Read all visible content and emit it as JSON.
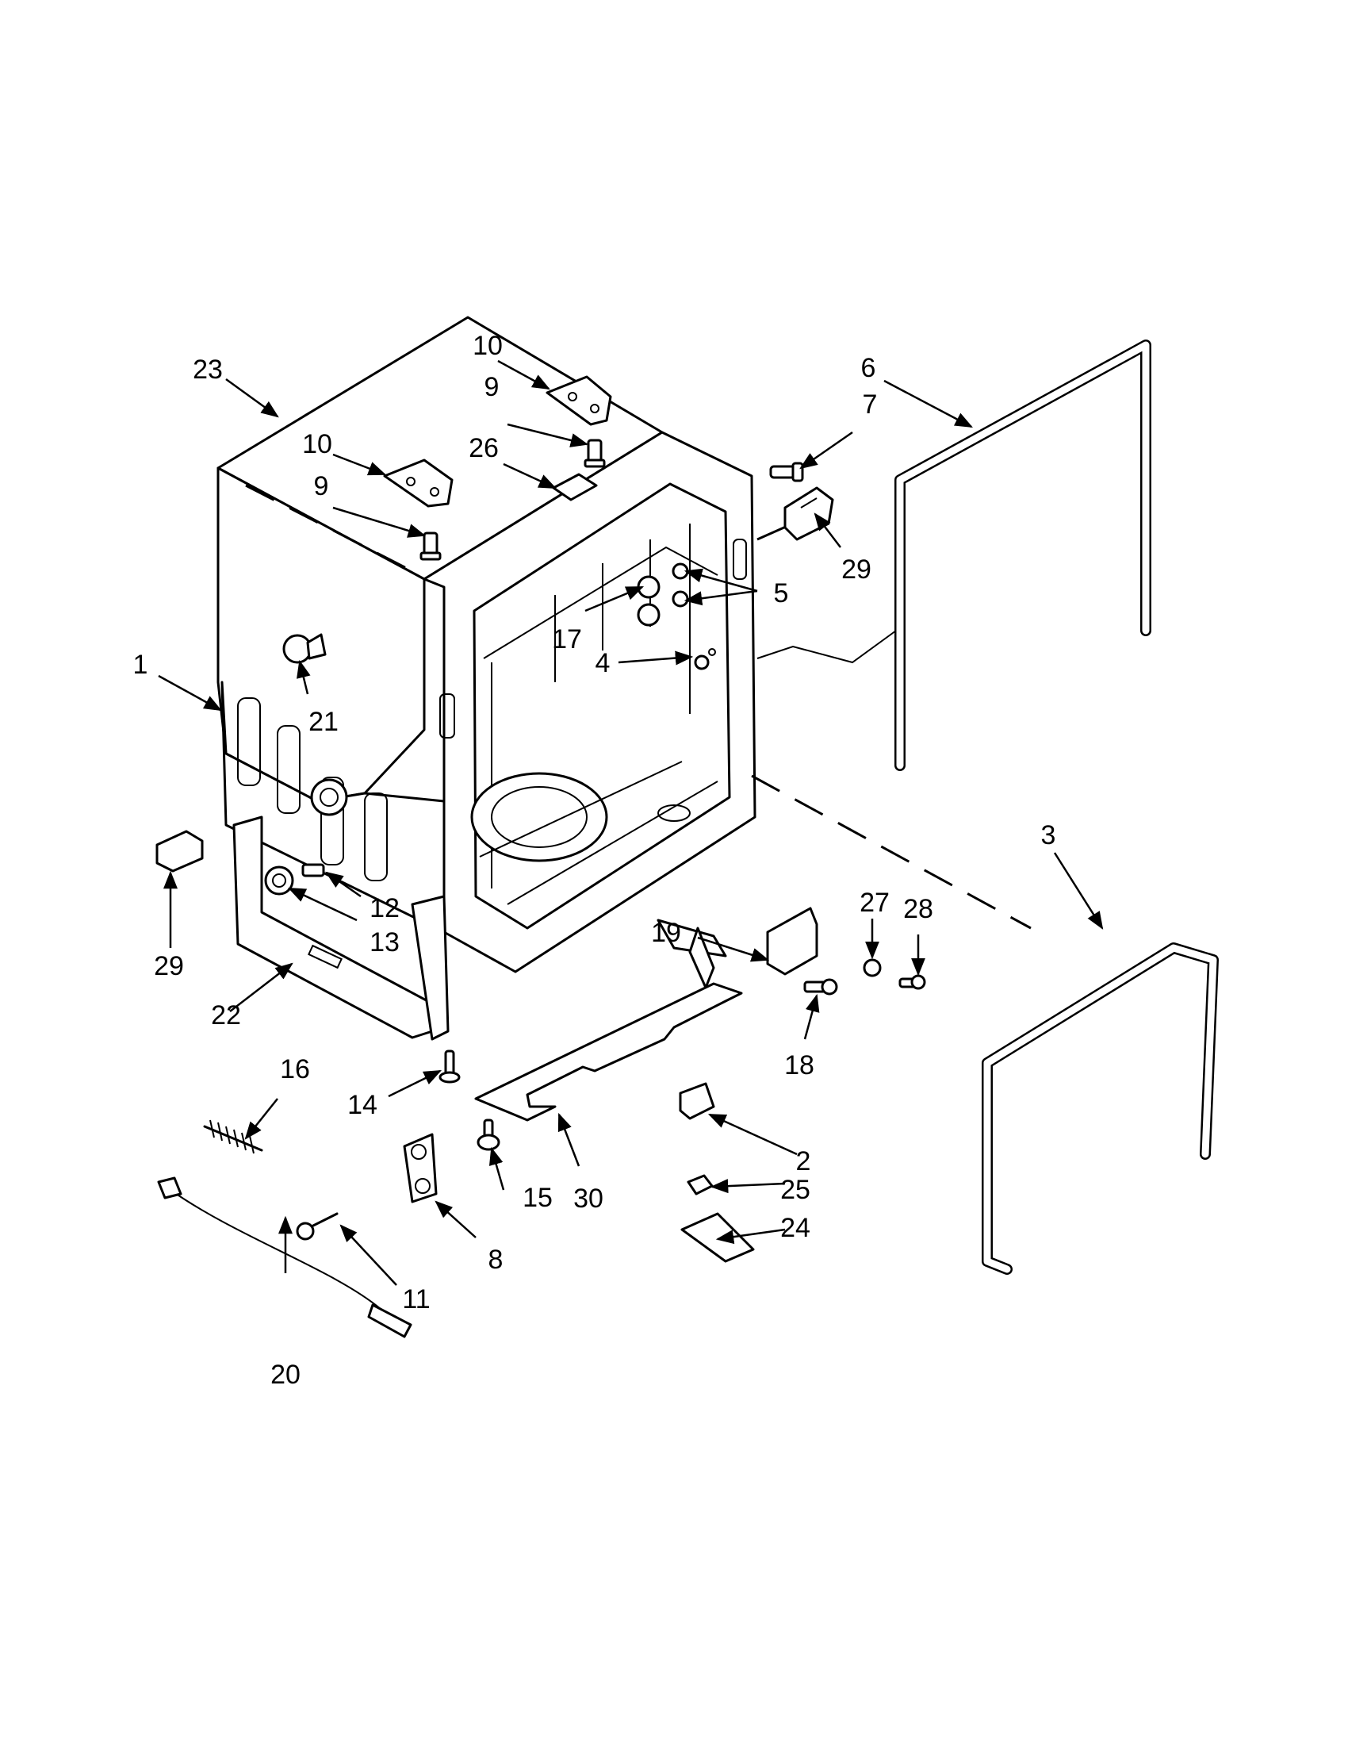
{
  "callouts": [
    {
      "id": "c1",
      "text": "1"
    },
    {
      "id": "c2",
      "text": "2"
    },
    {
      "id": "c3",
      "text": "3"
    },
    {
      "id": "c4",
      "text": "4"
    },
    {
      "id": "c5",
      "text": "5"
    },
    {
      "id": "c6",
      "text": "6"
    },
    {
      "id": "c7",
      "text": "7"
    },
    {
      "id": "c8",
      "text": "8"
    },
    {
      "id": "c9a",
      "text": "9"
    },
    {
      "id": "c9b",
      "text": "9"
    },
    {
      "id": "c10a",
      "text": "10"
    },
    {
      "id": "c10b",
      "text": "10"
    },
    {
      "id": "c11",
      "text": "11"
    },
    {
      "id": "c12",
      "text": "12"
    },
    {
      "id": "c13",
      "text": "13"
    },
    {
      "id": "c14",
      "text": "14"
    },
    {
      "id": "c15",
      "text": "15"
    },
    {
      "id": "c16",
      "text": "16"
    },
    {
      "id": "c17",
      "text": "17"
    },
    {
      "id": "c18",
      "text": "18"
    },
    {
      "id": "c19",
      "text": "19"
    },
    {
      "id": "c20",
      "text": "20"
    },
    {
      "id": "c21",
      "text": "21"
    },
    {
      "id": "c22",
      "text": "22"
    },
    {
      "id": "c23",
      "text": "23"
    },
    {
      "id": "c24",
      "text": "24"
    },
    {
      "id": "c25",
      "text": "25"
    },
    {
      "id": "c26",
      "text": "26"
    },
    {
      "id": "c27",
      "text": "27"
    },
    {
      "id": "c28",
      "text": "28"
    },
    {
      "id": "c29a",
      "text": "29"
    },
    {
      "id": "c29b",
      "text": "29"
    },
    {
      "id": "c30",
      "text": "30"
    }
  ]
}
